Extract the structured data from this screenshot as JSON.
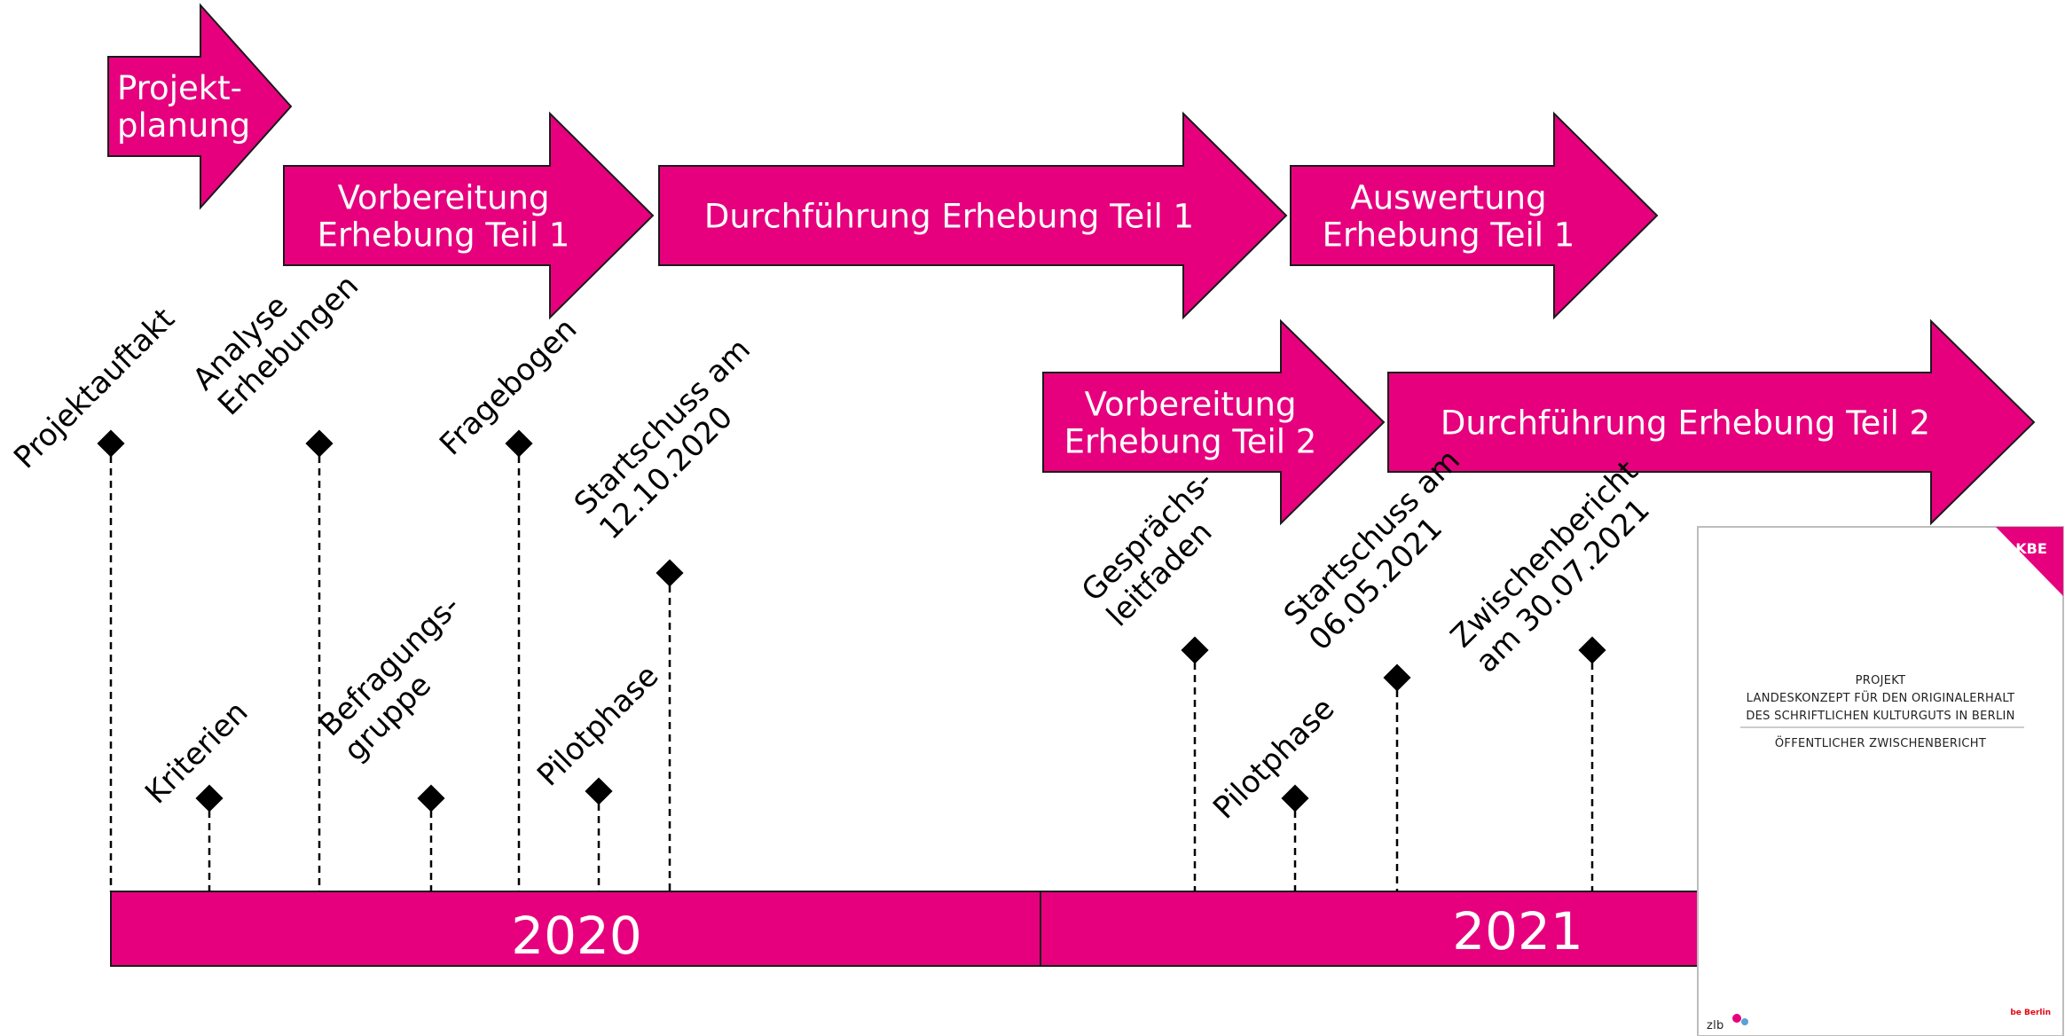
{
  "colors": {
    "accent": "#e6007e",
    "text_on_accent": "#ffffff",
    "text": "#000000"
  },
  "phases": [
    {
      "id": "projektplanung",
      "lines": [
        "Projekt-",
        "planung"
      ]
    },
    {
      "id": "vorbereitung-1",
      "lines": [
        "Vorbereitung",
        "Erhebung Teil 1"
      ]
    },
    {
      "id": "durchfuehrung-1",
      "lines": [
        "Durchführung Erhebung Teil 1"
      ]
    },
    {
      "id": "auswertung-1",
      "lines": [
        "Auswertung",
        "Erhebung Teil 1"
      ]
    },
    {
      "id": "vorbereitung-2",
      "lines": [
        "Vorbereitung",
        "Erhebung Teil 2"
      ]
    },
    {
      "id": "durchfuehrung-2",
      "lines": [
        "Durchführung Erhebung Teil 2"
      ]
    }
  ],
  "timeline": {
    "years": [
      "2020",
      "2021"
    ]
  },
  "milestones": [
    {
      "id": "projektauftakt",
      "lines": [
        "Projektauftakt"
      ]
    },
    {
      "id": "kriterien",
      "lines": [
        "Kriterien"
      ]
    },
    {
      "id": "analyse-erhebungen",
      "lines": [
        "Analyse",
        "Erhebungen"
      ]
    },
    {
      "id": "befragungsgruppe",
      "lines": [
        "Befragungs-",
        "gruppe"
      ]
    },
    {
      "id": "fragebogen",
      "lines": [
        "Fragebogen"
      ]
    },
    {
      "id": "pilotphase-2020",
      "lines": [
        "Pilotphase"
      ]
    },
    {
      "id": "startschuss-2020",
      "lines": [
        "Startschuss am",
        "12.10.2020"
      ]
    },
    {
      "id": "gespraechsleitfaden",
      "lines": [
        "Gesprächs-",
        "leitfaden"
      ]
    },
    {
      "id": "pilotphase-2021",
      "lines": [
        "Pilotphase"
      ]
    },
    {
      "id": "startschuss-2021",
      "lines": [
        "Startschuss am",
        "06.05.2021"
      ]
    },
    {
      "id": "zwischenbericht",
      "lines": [
        "Zwischenbericht",
        "am 30.07.2021"
      ]
    }
  ],
  "report_cover": {
    "badge": "KBE",
    "title_lines": [
      "PROJEKT",
      "LANDESKONZEPT FÜR DEN ORIGINALERHALT",
      "DES SCHRIFTLICHEN KULTURGUTS IN BERLIN"
    ],
    "subtitle": "ÖFFENTLICHER ZWISCHENBERICHT",
    "footer_left": "zlb",
    "footer_right": "be Berlin"
  }
}
